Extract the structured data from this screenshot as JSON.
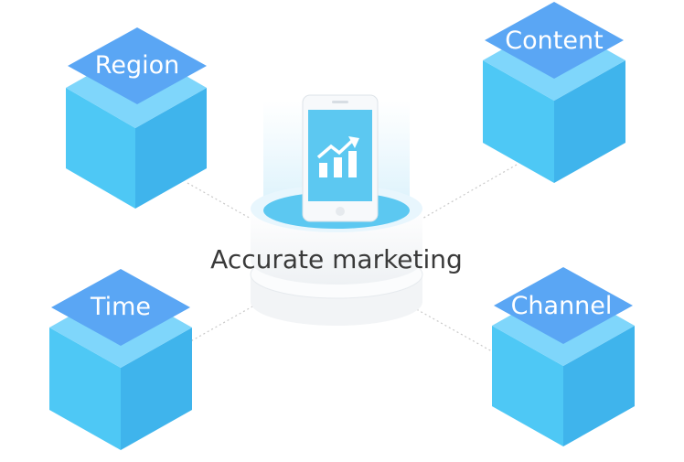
{
  "center": {
    "label": "Accurate marketing"
  },
  "nodes": {
    "region": {
      "label": "Region"
    },
    "content": {
      "label": "Content"
    },
    "time": {
      "label": "Time"
    },
    "channel": {
      "label": "Channel"
    }
  },
  "colors": {
    "cube_front": "#4ec8f5",
    "cube_right": "#3fb4ec",
    "cube_top": "#7fd6fb",
    "label_diamond": "#5aa6f4",
    "connector": "#c9c9c9"
  }
}
